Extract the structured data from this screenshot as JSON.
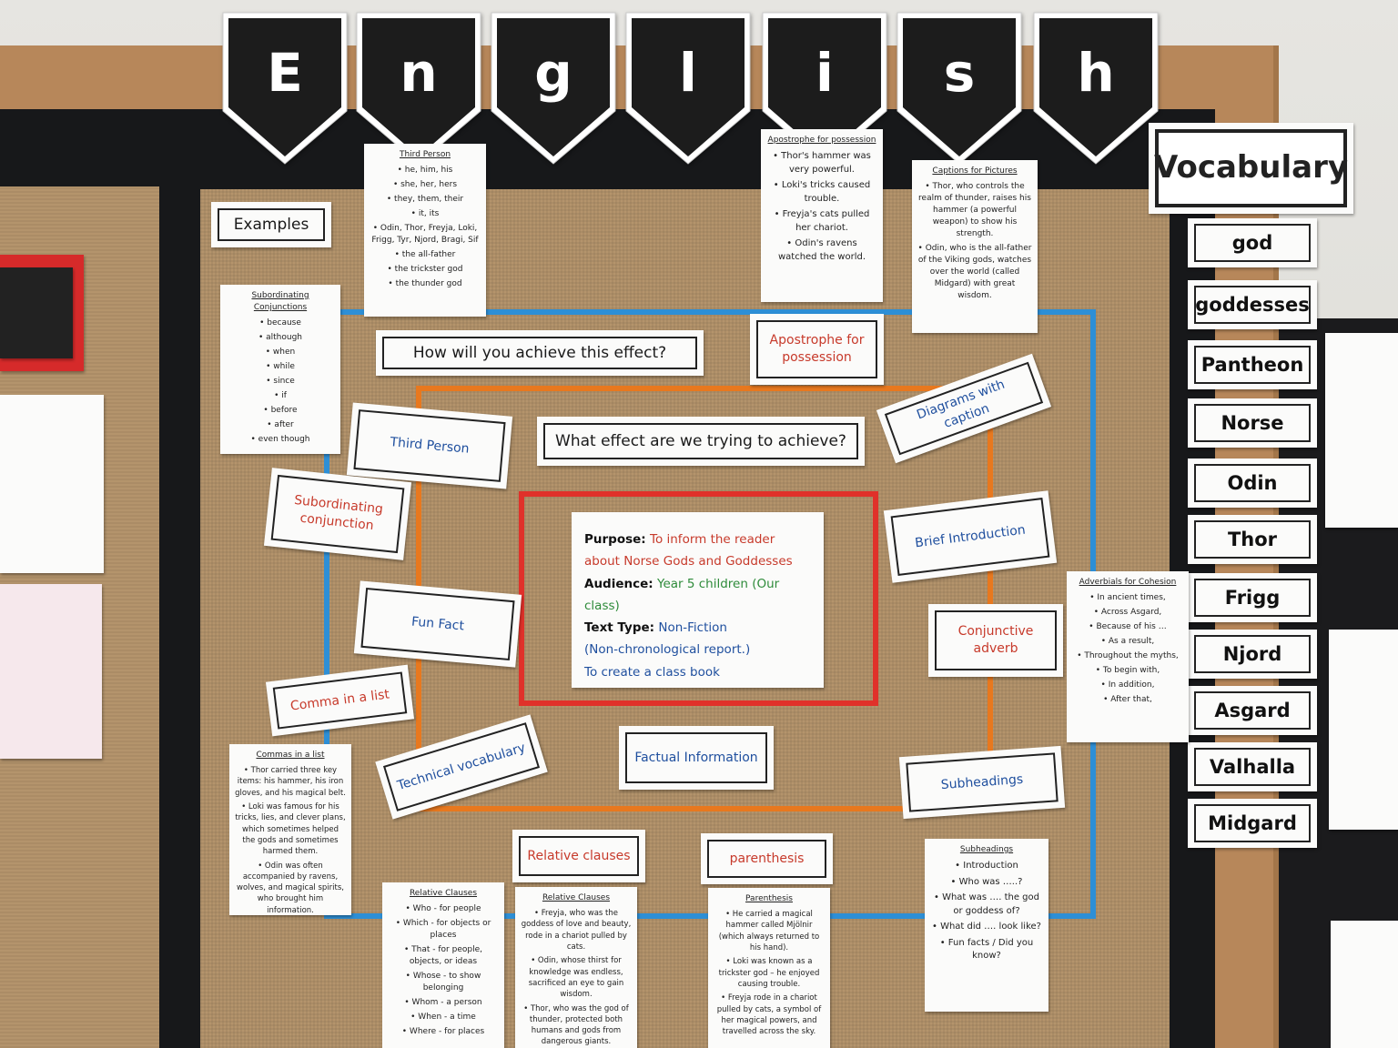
{
  "banner": {
    "letters": [
      "E",
      "n",
      "g",
      "l",
      "i",
      "s",
      "h"
    ]
  },
  "vocabulary": {
    "title": "Vocabulary",
    "words": [
      "god",
      "goddesses",
      "Pantheon",
      "Norse",
      "Odin",
      "Thor",
      "Frigg",
      "Njord",
      "Asgard",
      "Valhalla",
      "Midgard"
    ]
  },
  "cards": {
    "examples": "Examples",
    "how": "How will you achieve this effect?",
    "what": "What effect are we trying to achieve?",
    "third_person": "Third Person",
    "subordinating": "Subordinating conjunction",
    "fun_fact": "Fun Fact",
    "comma": "Comma in a list",
    "technical": "Technical vocabulary",
    "factual": "Factual Information",
    "apostrophe": "Apostrophe for possession",
    "diagrams": "Diagrams with caption",
    "brief": "Brief Introduction",
    "conjunctive": "Conjunctive adverb",
    "subheadings": "Subheadings",
    "relative": "Relative clauses",
    "parenthesis": "parenthesis"
  },
  "purpose": {
    "purpose_label": "Purpose:",
    "purpose_text": "To inform the reader about Norse Gods and Goddesses",
    "audience_label": "Audience:",
    "audience_text": "Year 5 children (Our class)",
    "type_label": "Text Type:",
    "type_text": "Non-Fiction",
    "type_sub": "(Non-chronological report.)",
    "goal": "To create a class book"
  },
  "sheets": {
    "third_person": {
      "title": "Third Person",
      "items": [
        "he, him, his",
        "she, her, hers",
        "they, them, their",
        "it, its",
        "Odin, Thor, Freyja, Loki, Frigg, Tyr, Njord, Bragi, Sif",
        "the all-father",
        "the trickster god",
        "the thunder god"
      ]
    },
    "apostrophe": {
      "title": "Apostrophe for possession",
      "items": [
        "Thor's hammer was very powerful.",
        "Loki's tricks caused trouble.",
        "Freyja's cats pulled her chariot.",
        "Odin's ravens watched the world."
      ]
    },
    "captions": {
      "title": "Captions for Pictures",
      "items": [
        "Thor, who controls the realm of thunder, raises his hammer (a powerful weapon) to show his strength.",
        "Odin, who is the all-father of the Viking gods, watches over the world (called Midgard) with great wisdom."
      ]
    },
    "subordinating": {
      "title": "Subordinating Conjunctions",
      "items": [
        "because",
        "although",
        "when",
        "while",
        "since",
        "if",
        "before",
        "after",
        "even though"
      ]
    },
    "adverbials": {
      "title": "Adverbials for Cohesion",
      "items": [
        "In ancient times,",
        "Across Asgard,",
        "Because of his …",
        "As a result,",
        "Throughout the myths,",
        "To begin with,",
        "In addition,",
        "After that,"
      ]
    },
    "commas": {
      "title": "Commas in a list",
      "items": [
        "Thor carried three key items: his hammer, his iron gloves, and his magical belt.",
        "Loki was famous for his tricks, lies, and clever plans, which sometimes helped the gods and sometimes harmed them.",
        "Odin was often accompanied by ravens, wolves, and magical spirits, who brought him information."
      ]
    },
    "relative1": {
      "title": "Relative Clauses",
      "items": [
        "Who - for people",
        "Which - for objects or places",
        "That - for people, objects, or ideas",
        "Whose - to show belonging",
        "Whom - a person",
        "When - a time",
        "Where - for places"
      ]
    },
    "relative2": {
      "title": "Relative Clauses",
      "items": [
        "Freyja, who was the goddess of love and beauty, rode in a chariot pulled by cats.",
        "Odin, whose thirst for knowledge was endless, sacrificed an eye to gain wisdom.",
        "Thor, who was the god of thunder, protected both humans and gods from dangerous giants."
      ]
    },
    "parenthesis": {
      "title": "Parenthesis",
      "items": [
        "He carried a magical hammer called Mjölnir (which always returned to his hand).",
        "Loki was known as a trickster god – he enjoyed causing trouble.",
        "Freyja rode in a chariot pulled by cats, a symbol of her magical powers, and travelled across the sky."
      ]
    },
    "subheadings": {
      "title": "Subheadings",
      "items": [
        "Introduction",
        "Who was …..?",
        "What was …. the god or goddess of?",
        "What did …. look like?",
        "Fun facts / Did you know?"
      ]
    }
  }
}
